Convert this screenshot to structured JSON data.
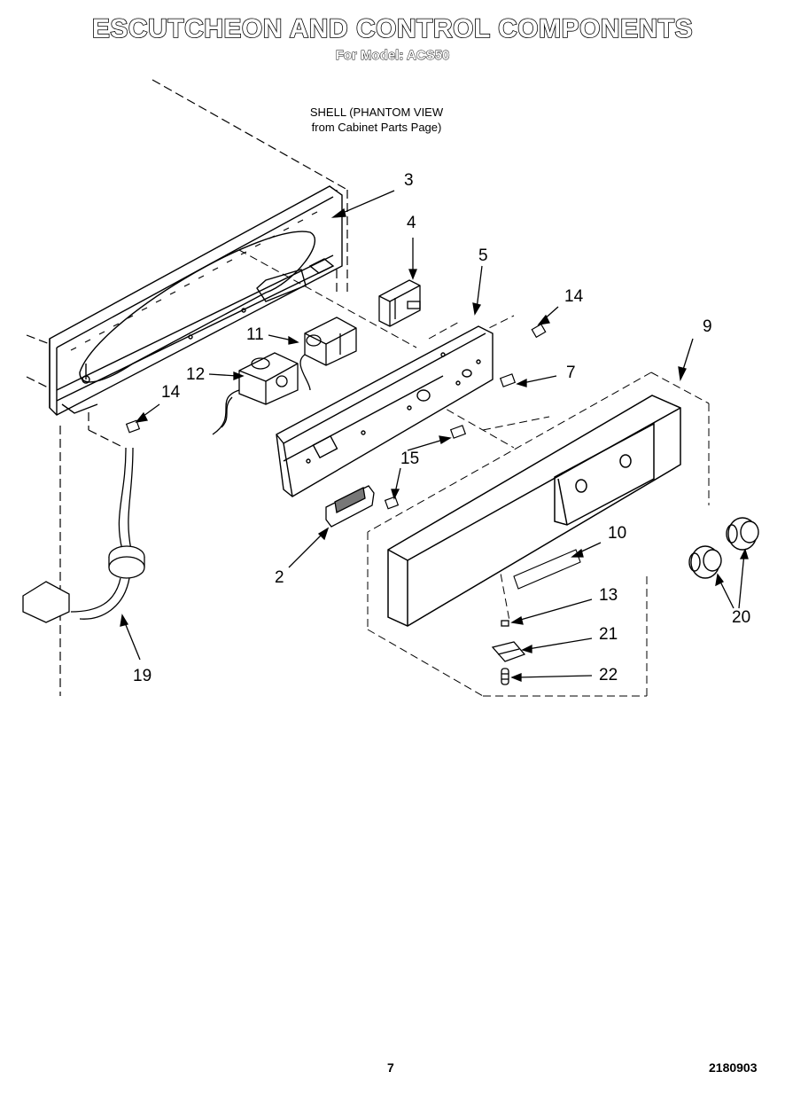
{
  "header": {
    "title": "ESCUTCHEON AND CONTROL COMPONENTS",
    "subtitle": "For Model: ACS50"
  },
  "note": {
    "line1": "SHELL (PHANTOM VIEW",
    "line2": "from Cabinet Parts Page)"
  },
  "callouts": {
    "c3": "3",
    "c4": "4",
    "c5": "5",
    "c14a": "14",
    "c9": "9",
    "c11": "11",
    "c7": "7",
    "c12": "12",
    "c14b": "14",
    "c15": "15",
    "c10": "10",
    "c2": "2",
    "c13": "13",
    "c21": "21",
    "c20": "20",
    "c22": "22",
    "c19": "19"
  },
  "footer": {
    "page": "7",
    "doc": "2180903"
  }
}
